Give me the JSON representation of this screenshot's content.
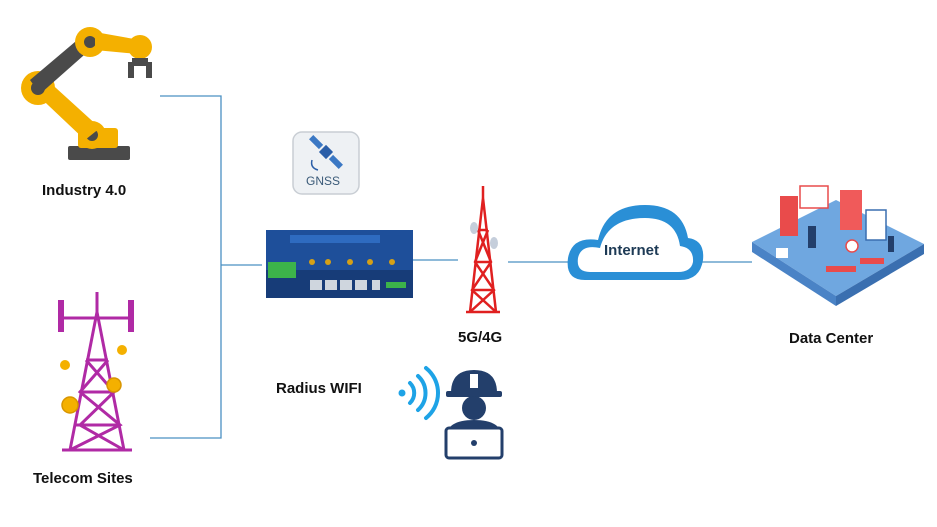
{
  "labels": {
    "industry": "Industry 4.0",
    "telecom": "Telecom Sites",
    "tower": "5G/4G",
    "datacenter": "Data Center",
    "wifi": "Radius WIFI",
    "cloud": "Internet",
    "gnss": "GNSS"
  },
  "colors": {
    "line": "#4a90c2",
    "robot": "#f4b000",
    "robot_dark": "#4a4a4a",
    "telecom_tower": "#b02aa5",
    "antenna_tower": "#e02020",
    "router": "#1e4f9a",
    "cloud": "#2a8fd6",
    "worker": "#233f6b",
    "wifi": "#1ea3e6"
  },
  "icons": [
    "robot-arm-icon",
    "telecom-tower-icon",
    "gnss-satellite-icon",
    "router-icon",
    "cell-tower-icon",
    "cloud-icon",
    "data-center-icon",
    "wifi-icon",
    "worker-laptop-icon"
  ]
}
